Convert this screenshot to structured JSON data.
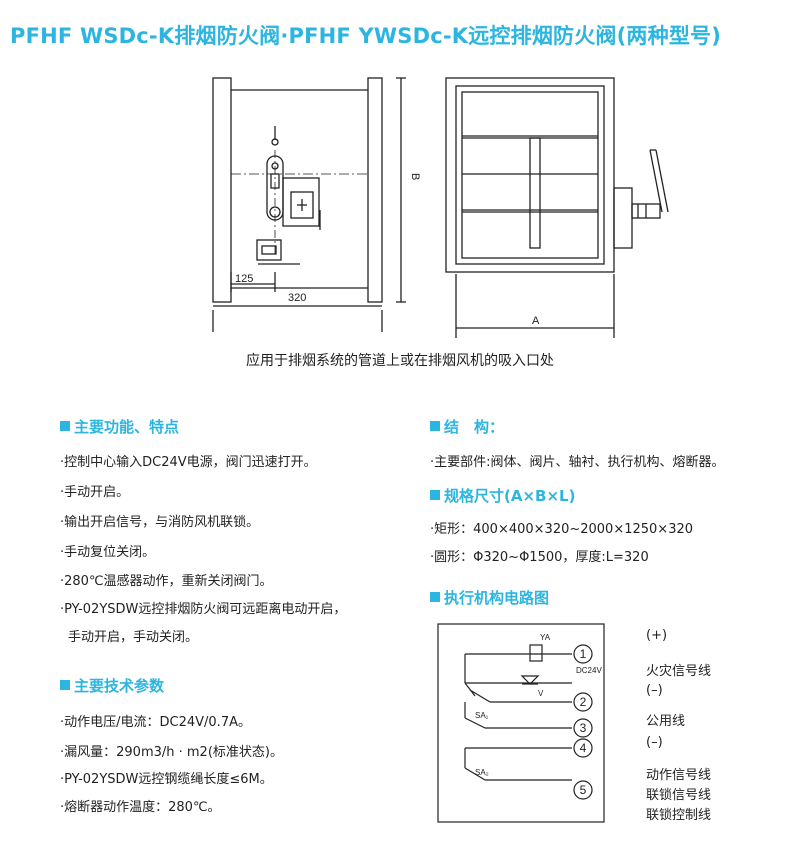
{
  "title": "PFHF WSDc-K排烟防火阀·PFHF YWSDc-K远控排烟防火阀(两种型号)",
  "drawing": {
    "dim_125": "125",
    "dim_320": "320",
    "dim_B": "B",
    "dim_A": "A"
  },
  "caption": "应用于排烟系统的管道上或在排烟风机的吸入口处",
  "features": {
    "heading": "主要功能、特点",
    "items": [
      "·控制中心输入DC24V电源，阀门迅速打开。",
      "·手动开启。",
      "·输出开启信号，与消防风机联锁。",
      "·手动复位关闭。",
      "·280℃温感器动作，重新关闭阀门。",
      "·PY-02YSDW远控排烟防火阀可远距离电动开启，",
      "手动开启，手动关闭。"
    ]
  },
  "tech": {
    "heading": "主要技术参数",
    "items": [
      "·动作电压/电流：DC24V/0.7A。",
      "·漏风量：290m3/h · m2(标准状态)。",
      "·PY-02YSDW远控钢缆绳长度≤6M。",
      "·熔断器动作温度：280℃。"
    ]
  },
  "structure": {
    "heading": "结　构：",
    "items": [
      "·主要部件:阀体、阀片、轴衬、执行机构、熔断器。"
    ]
  },
  "specs": {
    "heading": "规格尺寸(A×B×L)",
    "items": [
      "·矩形：400×400×320~2000×1250×320",
      "·圆形：Φ320~Φ1500，厚度:L=320"
    ]
  },
  "circuit": {
    "heading": "执行机构电路图",
    "ya": "YA",
    "v": "V",
    "dc": "DC24V",
    "sa1": "SA₁",
    "sa2": "SA₂",
    "terminals": [
      "1",
      "2",
      "3",
      "4",
      "5"
    ],
    "labels": [
      "(+)",
      "火灾信号线",
      "(–)",
      "公用线",
      "(–)",
      "动作信号线",
      "联锁信号线",
      "联锁控制线"
    ]
  },
  "colors": {
    "accent": "#2bb5e0"
  }
}
